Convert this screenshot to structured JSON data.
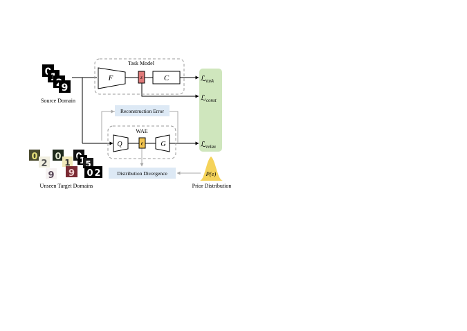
{
  "source": {
    "caption": "Source Domain",
    "digits": [
      "0",
      "1",
      "2",
      "9"
    ]
  },
  "task_model": {
    "title": "Task Model",
    "encoder": "F",
    "feature": "z",
    "classifier": "C"
  },
  "wae": {
    "title": "WAE",
    "encoder": "Q",
    "latent": "e",
    "decoder": "G"
  },
  "reconstruction_error": "Reconstruction Error",
  "distribution_divergence": "Distribution Divergence",
  "prior": {
    "label": "P(e)",
    "caption": "Prior Distribution"
  },
  "losses": {
    "task": {
      "symbol": "ℒ",
      "subscript": "task"
    },
    "const": {
      "symbol": "ℒ",
      "subscript": "const"
    },
    "relax": {
      "symbol": "ℒ",
      "subscript": "relax"
    }
  },
  "target": {
    "caption": "Unseen Target Domains",
    "digits": [
      "0",
      "2",
      "9",
      "0",
      "1",
      "9",
      "0",
      "1",
      "5",
      "0",
      "2"
    ]
  },
  "colors": {
    "loss_panel": "#cfe6bd",
    "info_box": "#dde9f5",
    "feature_z": "#e07a7a",
    "latent_e": "#f2c451",
    "prior_bell": "#f5d35a",
    "dashed": "#9a9a9a",
    "gray_arrow": "#a8a8a8"
  }
}
